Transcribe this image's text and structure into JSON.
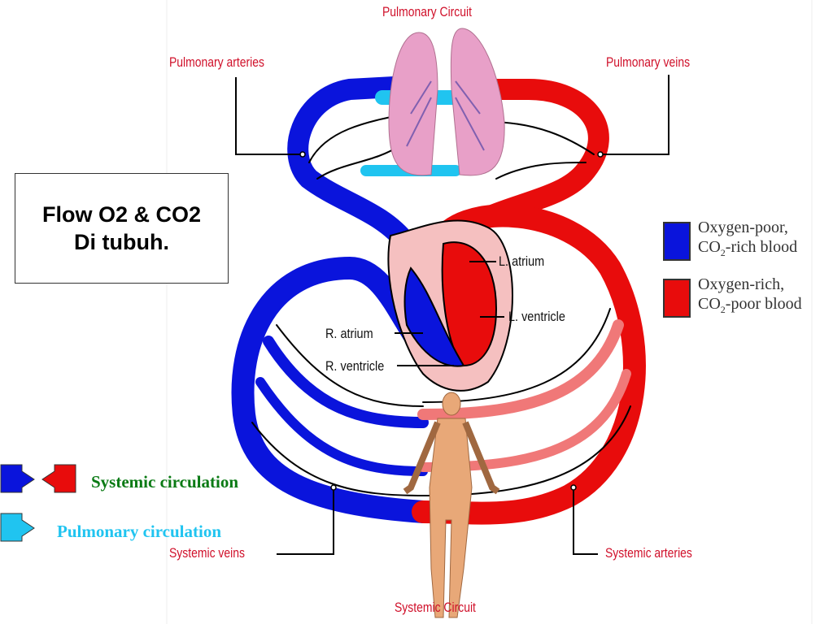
{
  "title_box": {
    "line1": "Flow O2 & CO2",
    "line2": "Di tubuh."
  },
  "labels": {
    "pulmonary_circuit": "Pulmonary Circuit",
    "pulmonary_arteries": "Pulmonary arteries",
    "pulmonary_veins": "Pulmonary veins",
    "l_atrium": "L. atrium",
    "l_ventricle": "L. ventricle",
    "r_atrium": "R. atrium",
    "r_ventricle": "R. ventricle",
    "systemic_veins": "Systemic veins",
    "systemic_arteries": "Systemic arteries",
    "systemic_circuit": "Systemic Circuit"
  },
  "legend": [
    {
      "line1": "Oxygen-poor,",
      "line2_pre": "CO",
      "line2_sub": "2",
      "line2_post": "-rich blood",
      "color": "#0a14dc"
    },
    {
      "line1": "Oxygen-rich,",
      "line2_pre": "CO",
      "line2_sub": "2",
      "line2_post": "-poor blood",
      "color": "#e80c0c"
    }
  ],
  "circulation_key": {
    "systemic": "Systemic circulation",
    "pulmonary": "Pulmonary circulation",
    "systemic_color": "#0a7a14",
    "pulmonary_color": "#20c4f0"
  }
}
